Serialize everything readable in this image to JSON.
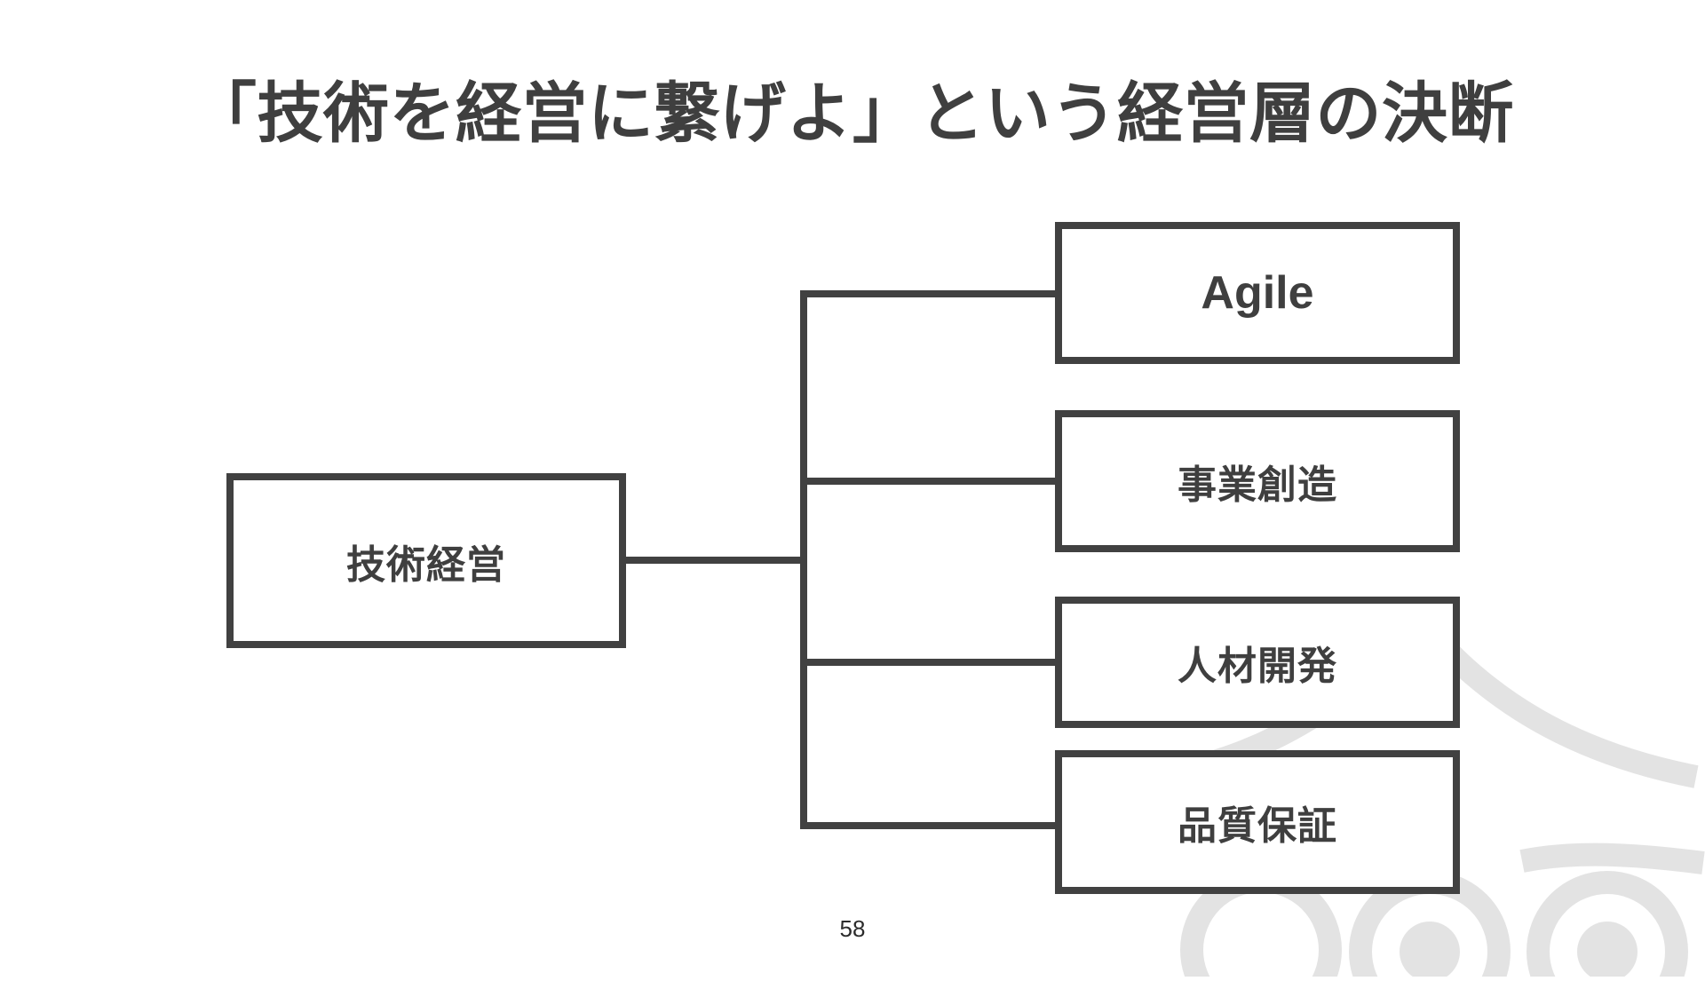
{
  "slide": {
    "title": "「技術を経営に繋げよ」という経営層の決断",
    "page_number": "58",
    "background_color": "#ffffff",
    "ink_color": "#3f3f3f",
    "line_color": "#414141",
    "watermark_color": "#c9c9c9"
  },
  "diagram": {
    "type": "tree",
    "root": {
      "label": "技術経営"
    },
    "children": [
      {
        "label": "Agile"
      },
      {
        "label": "事業創造"
      },
      {
        "label": "人材開発"
      },
      {
        "label": "品質保証"
      }
    ]
  }
}
